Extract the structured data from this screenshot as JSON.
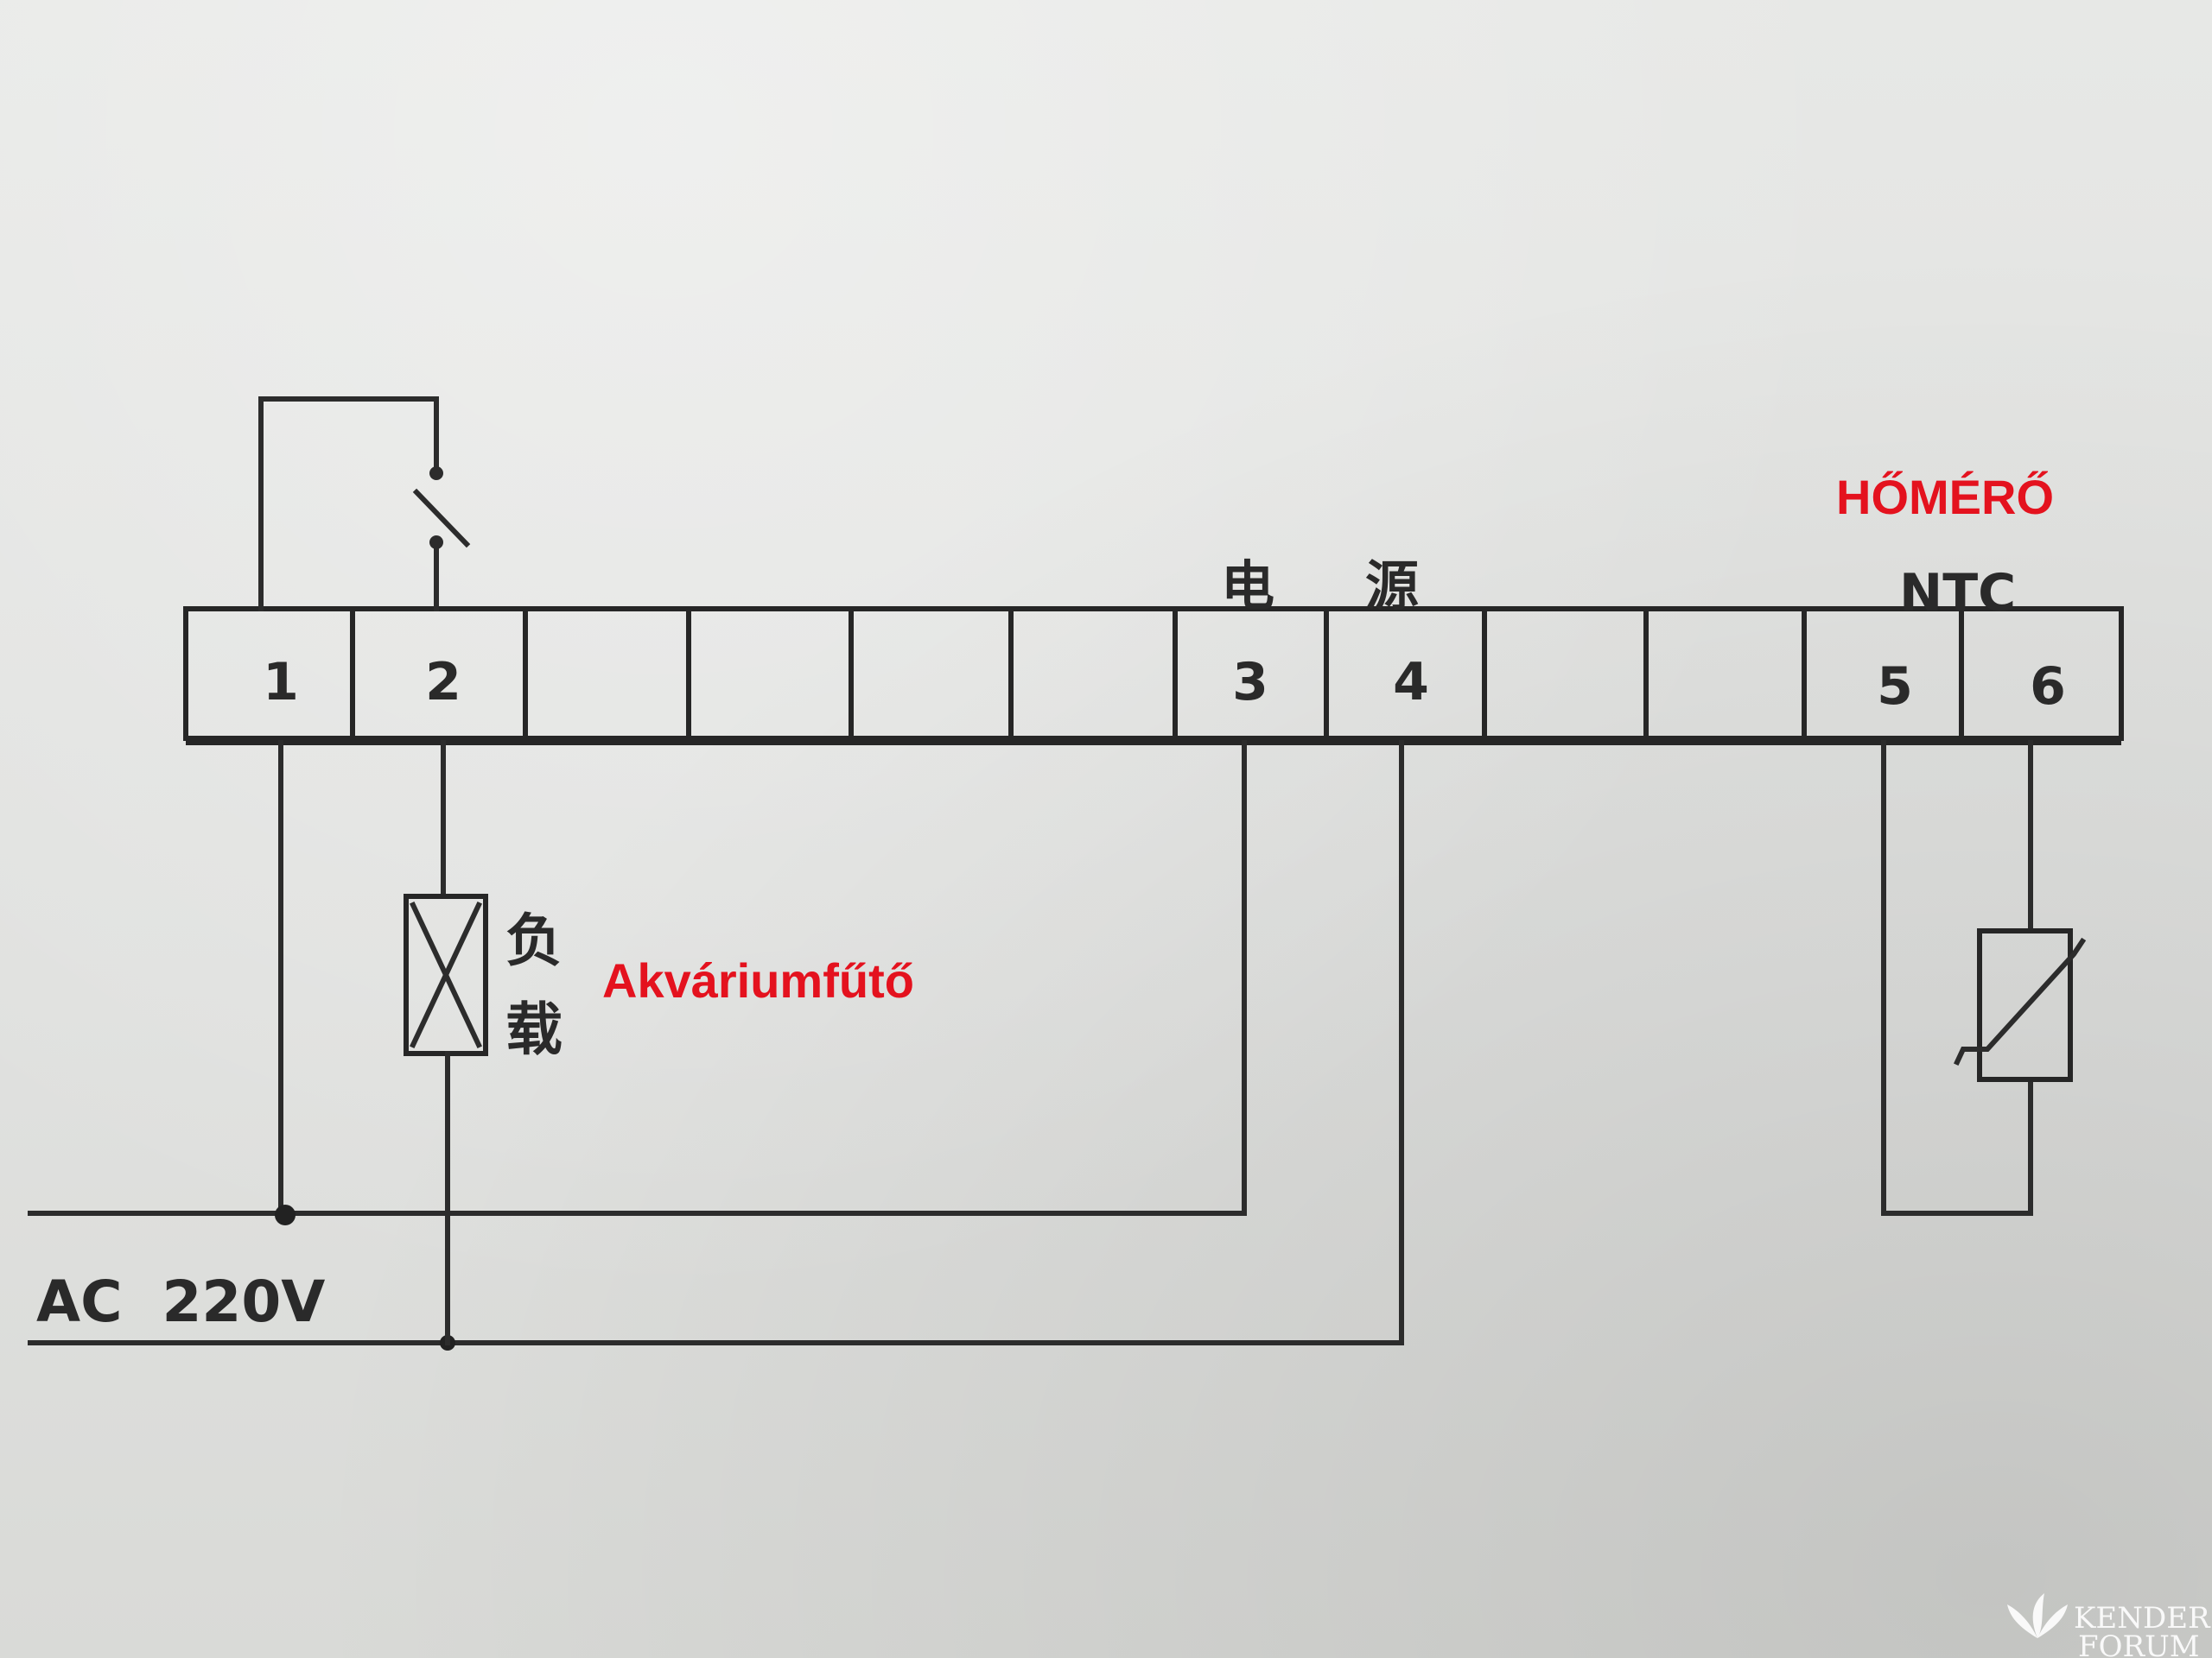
{
  "diagram": {
    "terminals": [
      {
        "id": "t1",
        "label": "1"
      },
      {
        "id": "t2",
        "label": "2"
      },
      {
        "id": "t3",
        "label": ""
      },
      {
        "id": "t4",
        "label": ""
      },
      {
        "id": "t5",
        "label": ""
      },
      {
        "id": "t6",
        "label": ""
      },
      {
        "id": "t7",
        "label": "3"
      },
      {
        "id": "t8",
        "label": "4"
      },
      {
        "id": "t9",
        "label": ""
      },
      {
        "id": "t10",
        "label": ""
      },
      {
        "id": "t11",
        "label": "5"
      },
      {
        "id": "t12",
        "label": "6"
      }
    ],
    "power_label_cn_1": "电",
    "power_label_cn_2": "源",
    "ntc_label": "NTC",
    "thermometer_label": "HŐMÉRŐ",
    "load_label_cn_1": "负",
    "load_label_cn_2": "载",
    "heater_label": "Akváriumfűtő",
    "supply_label": "AC  220V",
    "watermark_line1": "KENDER",
    "watermark_line2": "FORUM",
    "colors": {
      "annotation": "#e4121e",
      "line": "#2c2c2c",
      "paper": "#e2e3e1"
    }
  }
}
